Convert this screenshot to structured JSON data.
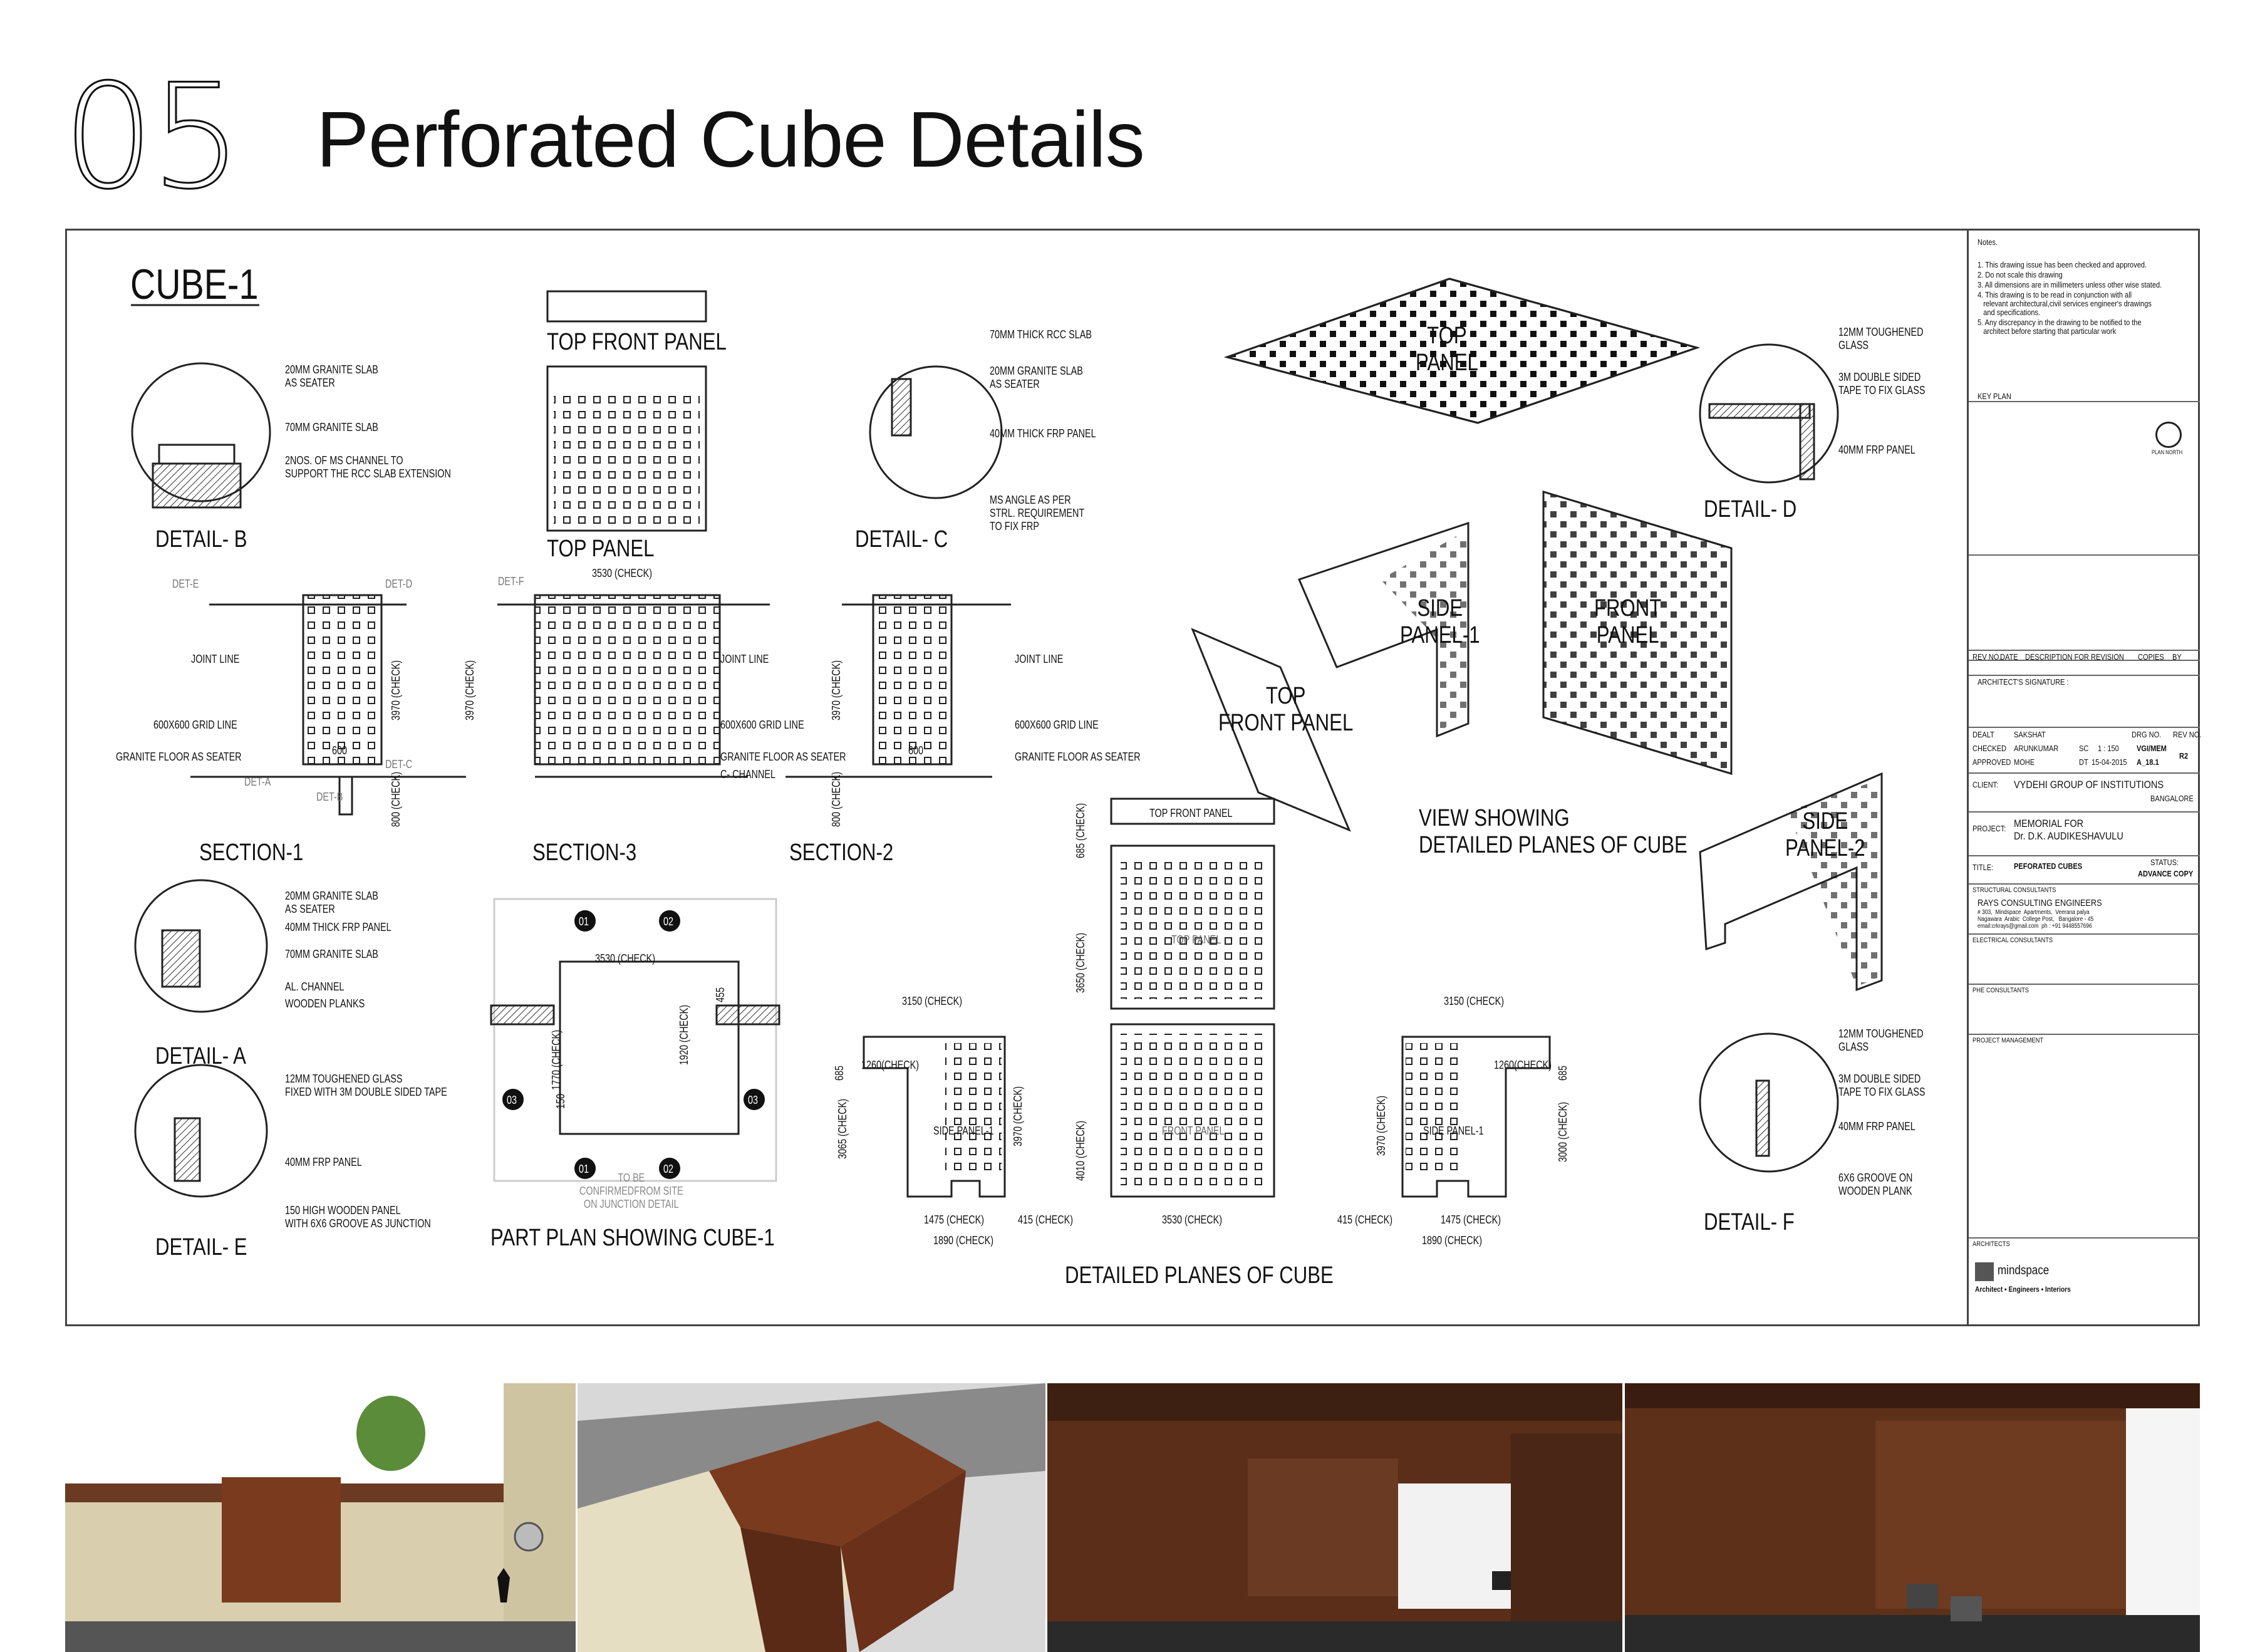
{
  "header": {
    "number": "05",
    "title": "Perforated Cube Details"
  },
  "drawing": {
    "cube_title": "CUBE-1",
    "detail_b": {
      "title": "DETAIL- B",
      "notes": [
        "20MM GRANITE SLAB\nAS SEATER",
        "70MM GRANITE SLAB",
        "2NOS. OF MS CHANNEL TO\nSUPPORT THE RCC SLAB EXTENSION"
      ]
    },
    "top_front_panel_title": "TOP FRONT PANEL",
    "top_panel_title": "TOP PANEL",
    "detail_c": {
      "title": "DETAIL- C",
      "notes": [
        "70MM THICK RCC SLAB",
        "20MM GRANITE SLAB\nAS SEATER",
        "40MM THICK FRP PANEL",
        "MS ANGLE AS PER\nSTRL. REQUIREMENT\nTO FIX FRP"
      ]
    },
    "iso_labels": [
      "TOP\nPANEL",
      "SIDE\nPANEL-1",
      "FRONT\nPANEL",
      "TOP\nFRONT PANEL",
      "SIDE\nPANEL-2"
    ],
    "view_caption": "VIEW SHOWING\nDETAILED PLANES OF CUBE",
    "detail_d": {
      "title": "DETAIL- D",
      "notes": [
        "12MM TOUGHENED\nGLASS",
        "3M DOUBLE SIDED\nTAPE TO FIX GLASS",
        "40MM FRP PANEL"
      ]
    },
    "section_labels": {
      "det_e": "DET-E",
      "det_d": "DET-D",
      "det_f": "DET-F",
      "det_c": "DET-C",
      "det_a": "DET-A",
      "det_b": "DET-B",
      "joint_line": "JOINT LINE",
      "grid_line": "600X600 GRID LINE",
      "granite_floor": "GRANITE FLOOR AS SEATER",
      "c_channel": "C- CHANNEL",
      "d600": "600",
      "d3530": "3530 (CHECK)",
      "d3970": "3970 (CHECK)",
      "d800": "800 (CHECK)"
    },
    "sections": [
      "SECTION-1",
      "SECTION-3",
      "SECTION-2"
    ],
    "detail_a": {
      "title": "DETAIL- A",
      "notes": [
        "20MM GRANITE SLAB\nAS SEATER",
        "40MM THICK FRP PANEL",
        "70MM GRANITE SLAB",
        "AL. CHANNEL",
        "WOODEN PLANKS"
      ]
    },
    "detail_e": {
      "title": "DETAIL- E",
      "notes": [
        "12MM TOUGHENED GLASS\nFIXED WITH 3M DOUBLE SIDED TAPE",
        "40MM FRP PANEL",
        "150 HIGH WOODEN PANEL\nWITH 6X6 GROOVE AS JUNCTION"
      ]
    },
    "plan": {
      "title": "PART PLAN SHOWING CUBE-1",
      "dims": [
        "3530 (CHECK)",
        "1770 (CHECK)",
        "1920 (CHECK)",
        "455",
        "150"
      ],
      "note": "TO BE\nCONFIRMEDFROM SITE\nON JUNCTION DETAIL",
      "markers": [
        "01",
        "02",
        "03",
        "03",
        "01",
        "02"
      ]
    },
    "planes": {
      "title": "DETAILED PLANES OF CUBE",
      "top_front_label": "TOP  FRONT PANEL",
      "top_panel": "TOP PANEL",
      "front_panel": "FRONT PANEL",
      "side1": "SIDE PANEL-1",
      "side2": "SIDE PANEL-1",
      "dims": [
        "685 (CHECK)",
        "3650 (CHECK)",
        "4010 (CHECK)",
        "3530 (CHECK)",
        "3150 (CHECK)",
        "1260(CHECK)",
        "3065 (CHECK)",
        "3970 (CHECK)",
        "1475 (CHECK)",
        "1890 (CHECK)",
        "415 (CHECK)",
        "3000 (CHECK)",
        "685"
      ]
    },
    "detail_f": {
      "title": "DETAIL- F",
      "notes": [
        "12MM TOUGHENED\nGLASS",
        "3M DOUBLE SIDED\nTAPE TO FIX GLASS",
        "40MM FRP PANEL",
        "6X6 GROOVE ON\nWOODEN PLANK"
      ]
    }
  },
  "title_block": {
    "notes_heading": "Notes.",
    "notes": [
      "1. This drawing issue has been checked and approved.",
      "2. Do not scale this drawing",
      "3. All dimensions are in millimeters unless other wise stated.",
      "4. This drawing is to be read in conjunction with all",
      "   relevant architectural,civil services engineer's drawings",
      "   and specifications.",
      "5. Any discrepancy in the drawing to be notified to the",
      "   architect before starting that particular work"
    ],
    "key_plan": "KEY PLAN",
    "plan_north": "PLAN NORTH",
    "revision_header": [
      "REV NO.",
      "DATE",
      "DESCRIPTION FOR REVISION",
      "COPIES",
      "BY"
    ],
    "architect_signature": "ARCHITECT'S SIGNATURE :",
    "dealt": "DEALT",
    "dealt_by": "SAKSHAT",
    "checked": "CHECKED",
    "checked_by": "ARUNKUMAR",
    "approved": "APPROVED",
    "approved_by": "MOHE",
    "sc": "SC",
    "scale": "1 : 150",
    "dt": "DT",
    "date": "15-04-2015",
    "drg_no_label": "DRG  NO.",
    "drg_no": "VGI/MEM",
    "sheet": "A_18.1",
    "rev_label": "REV NO.",
    "rev": "R2",
    "client_label": "CLIENT:",
    "client": "VYDEHI GROUP OF INSTITUTIONS",
    "client_city": "BANGALORE",
    "project_label": "PROJECT:",
    "project": "MEMORIAL FOR\nDr. D.K. AUDIKESHAVULU",
    "title_label": "TITLE:",
    "title": "PEFORATED CUBES",
    "status_label": "STATUS:",
    "status": "ADVANCE COPY",
    "structural_label": "STRUCTURAL CONSULTANTS",
    "structural_name": "RAYS CONSULTING ENGINEERS",
    "structural_addr": "# 303,  Mindspace  Apartments,  Veerana palya\nNagawara  Arabic  College Post,   Bangalore - 45\nemail:crkrays@gmail.com  ph : +91 9448557696",
    "electrical_label": "ELECTRICAL CONSULTANTS",
    "phe_label": "PHE  CONSULTANTS",
    "pm_label": "PROJECT MANAGEMENT",
    "architects_label": "ARCHITECTS",
    "firm": "mindspace",
    "firm_tag": "Architect • Engineers • Interiors"
  },
  "colors": {
    "corten": "#7a3a1e",
    "corten_dark": "#4a2414",
    "stone": "#d9cfae",
    "wood": "#6b3a22"
  }
}
